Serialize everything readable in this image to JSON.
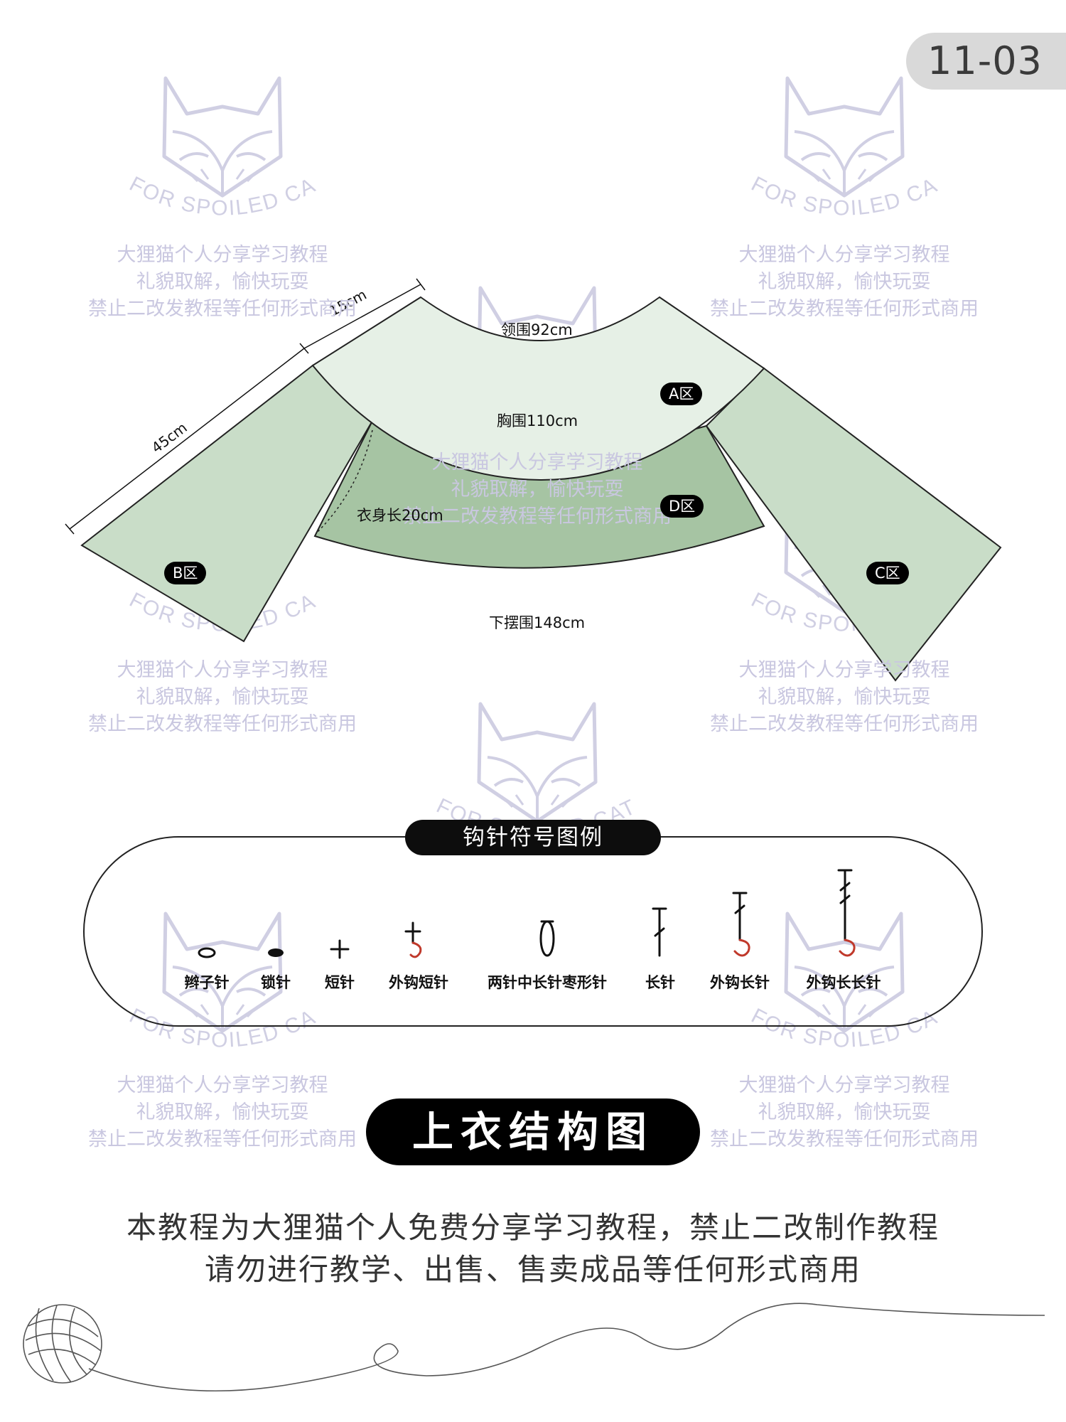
{
  "page_number": "11-03",
  "watermark": {
    "brand": "FOR SPOILED CATS",
    "lines": [
      "大狸猫个人分享学习教程",
      "礼貌取解，愉快玩耍",
      "禁止二改发教程等任何形式商用"
    ]
  },
  "diagram": {
    "dimensions": {
      "shoulder": "15cm",
      "sleeve_length": "45cm",
      "neck": "领围92cm",
      "chest": "胸围110cm",
      "body_length": "衣身长20cm",
      "hem": "下摆围148cm"
    },
    "zones": {
      "a": "A区",
      "b": "B区",
      "c": "C区",
      "d": "D区"
    },
    "colors": {
      "yoke": "#e6f0e6",
      "sleeve": "#c9ddc8",
      "body": "#a6c4a3",
      "outline": "#222222"
    }
  },
  "legend": {
    "title": "钩针符号图例",
    "symbols": [
      {
        "icon": "chain-stitch-icon",
        "label": "辫子针"
      },
      {
        "icon": "slip-stitch-icon",
        "label": "锁针"
      },
      {
        "icon": "single-crochet-icon",
        "label": "短针"
      },
      {
        "icon": "front-post-single-crochet-icon",
        "label": "外钩短针"
      },
      {
        "icon": "two-hdc-puff-icon",
        "label": "两针中长针枣形针"
      },
      {
        "icon": "double-crochet-icon",
        "label": "长针"
      },
      {
        "icon": "front-post-double-crochet-icon",
        "label": "外钩长针"
      },
      {
        "icon": "front-post-treble-crochet-icon",
        "label": "外钩长长针"
      }
    ]
  },
  "main_title": "上衣结构图",
  "notice": [
    "本教程为大狸猫个人免费分享学习教程，禁止二改制作教程",
    "请勿进行教学、出售、售卖成品等任何形式商用"
  ]
}
